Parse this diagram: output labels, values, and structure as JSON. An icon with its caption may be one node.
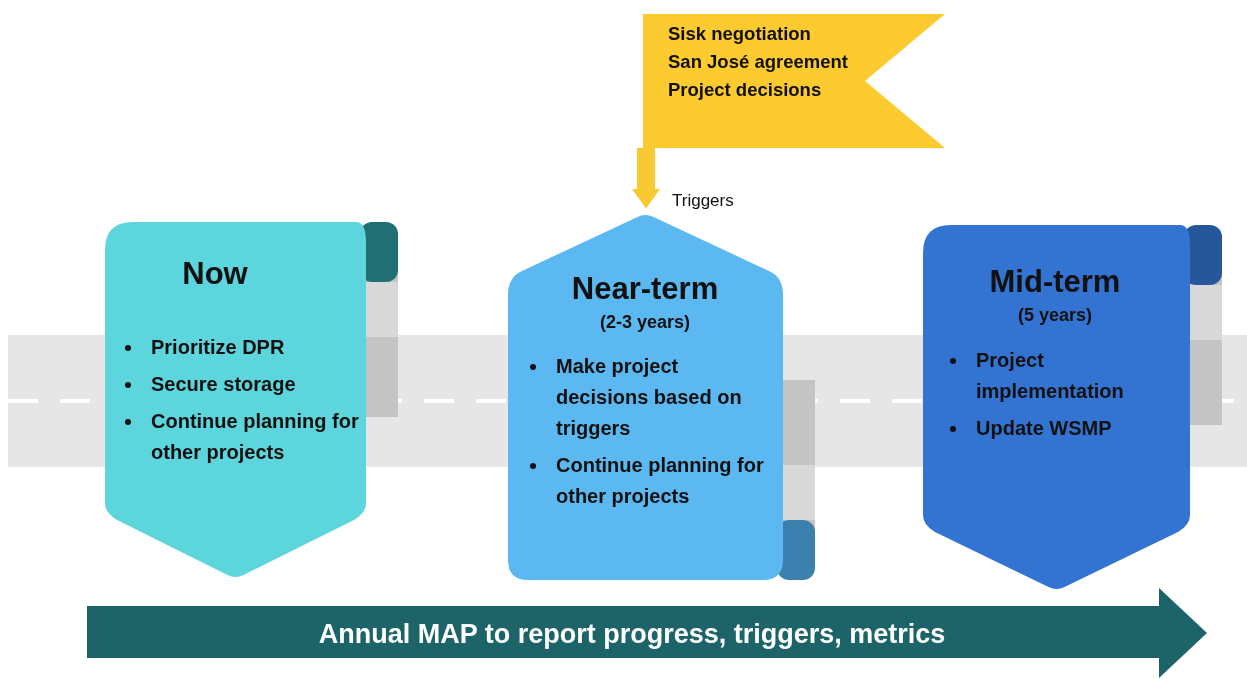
{
  "diagram": {
    "nodes": [
      {
        "text": [
          "Sisk negotiation",
          "San José agreement",
          "Project decisions"
        ]
      },
      {
        "text": [
          "Now",
          "Prioritize DPR",
          "Secure storage",
          "Continue planning for other projects"
        ]
      },
      {
        "text": [
          "Near-term",
          "(2-3 years)",
          "Make project decisions based on triggers",
          "Continue planning for other projects"
        ]
      },
      {
        "text": [
          "Mid-term",
          "(5 years)",
          "Project implementation",
          "Update WSMP"
        ]
      },
      {
        "text": [
          "Annual MAP to report progress, triggers, metrics"
        ]
      }
    ],
    "edges": [
      {
        "from": 0,
        "to": 2,
        "arrow": "to",
        "label": "Triggers"
      }
    ]
  }
}
